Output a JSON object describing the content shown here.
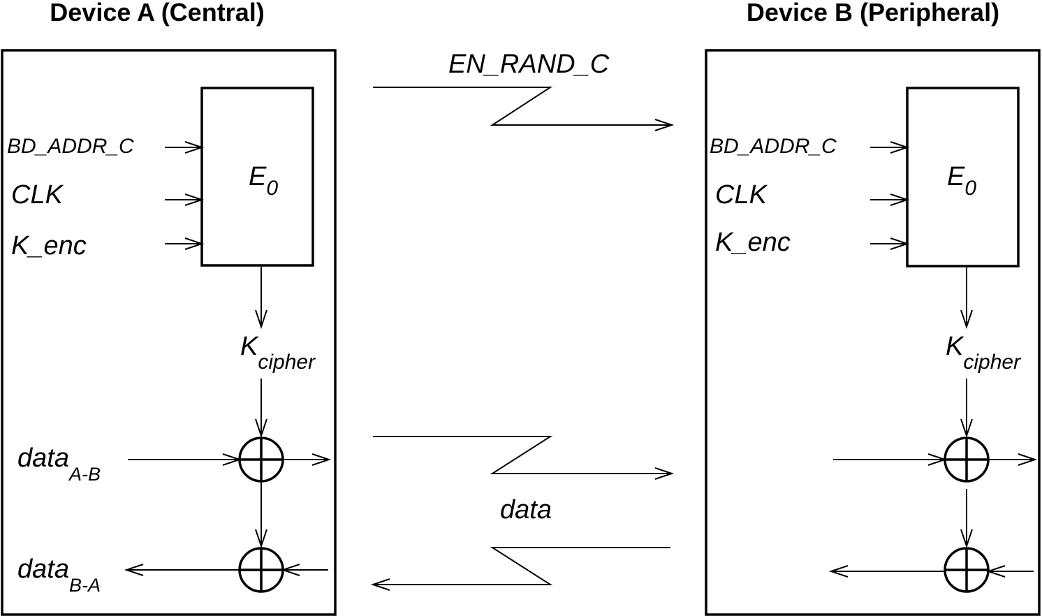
{
  "device_a": {
    "title": "Device A (Central)",
    "input_bd_addr": "BD_ADDR_C",
    "input_clk": "CLK",
    "input_kenc": "K_enc",
    "block_base": "E",
    "block_sub": "0",
    "key_base": "K",
    "key_sub": "cipher",
    "data_in_base": "data",
    "data_in_sub": "A-B",
    "data_out_base": "data",
    "data_out_sub": "B-A"
  },
  "device_b": {
    "title": "Device B (Peripheral)",
    "input_bd_addr": "BD_ADDR_C",
    "input_clk": "CLK",
    "input_kenc": "K_enc",
    "block_base": "E",
    "block_sub": "0",
    "key_base": "K",
    "key_sub": "cipher"
  },
  "links": {
    "rand_label": "EN_RAND_C",
    "data_label": "data"
  }
}
